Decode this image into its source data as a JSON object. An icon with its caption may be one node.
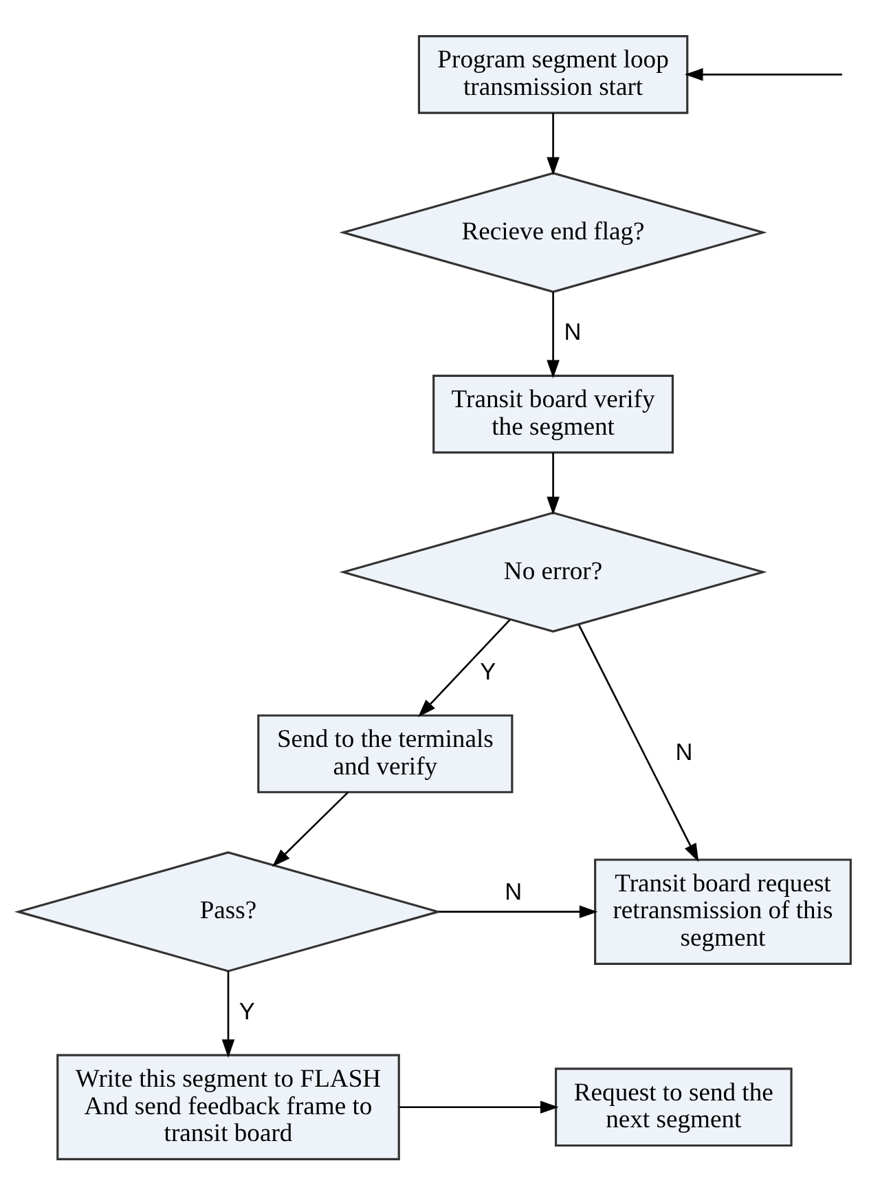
{
  "diagram": {
    "nodes": [
      {
        "text": [
          "Program segment loop transmission start"
        ]
      },
      {
        "text": [
          "Recieve end flag?"
        ]
      },
      {
        "text": [
          "Transit board verify the segment"
        ]
      },
      {
        "text": [
          "No error?"
        ]
      },
      {
        "text": [
          "Send to the terminals and verify"
        ]
      },
      {
        "text": [
          "Transit board request retransmission of this segment"
        ]
      },
      {
        "text": [
          "Pass?"
        ]
      },
      {
        "text": [
          "Write this segment to FLASH And send feedback frame to transit board"
        ]
      },
      {
        "text": [
          "Request to send the next segment"
        ]
      }
    ],
    "edges": [
      {
        "from": null,
        "to": 0,
        "arrow": "to"
      },
      {
        "from": 0,
        "to": 1,
        "arrow": "to"
      },
      {
        "from": 1,
        "to": 2,
        "arrow": "to",
        "label": "N"
      },
      {
        "from": 2,
        "to": 3,
        "arrow": "to"
      },
      {
        "from": 3,
        "to": 4,
        "arrow": "to",
        "label": "Y"
      },
      {
        "from": 3,
        "to": 5,
        "arrow": "to",
        "label": "N"
      },
      {
        "from": 4,
        "to": 6,
        "arrow": "to"
      },
      {
        "from": 6,
        "to": 5,
        "arrow": "to",
        "label": "N"
      },
      {
        "from": 6,
        "to": 7,
        "arrow": "to",
        "label": "Y"
      },
      {
        "from": 7,
        "to": 8,
        "arrow": "to"
      }
    ]
  }
}
